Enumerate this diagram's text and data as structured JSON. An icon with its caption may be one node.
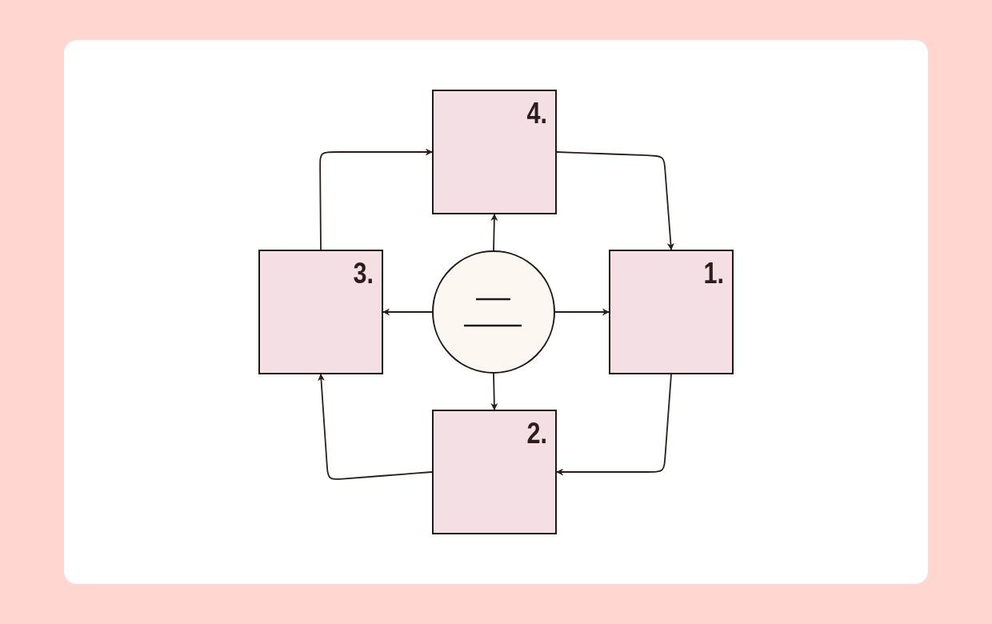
{
  "diagram": {
    "nodes": [
      {
        "text": [
          "4."
        ]
      },
      {
        "text": [
          "3."
        ]
      },
      {
        "text": [],
        "shape": "circle"
      },
      {
        "text": [
          "1."
        ]
      },
      {
        "text": [
          "2."
        ]
      }
    ],
    "edges": [
      {
        "from": 2,
        "to": 0,
        "arrow": "to"
      },
      {
        "from": 2,
        "to": 3,
        "arrow": "to"
      },
      {
        "from": 2,
        "to": 4,
        "arrow": "to"
      },
      {
        "from": 2,
        "to": 1,
        "arrow": "to"
      },
      {
        "from": 0,
        "to": 3,
        "arrow": "to"
      },
      {
        "from": 3,
        "to": 4,
        "arrow": "to"
      },
      {
        "from": 4,
        "to": 1,
        "arrow": "to"
      },
      {
        "from": 1,
        "to": 0,
        "arrow": "to"
      }
    ]
  }
}
